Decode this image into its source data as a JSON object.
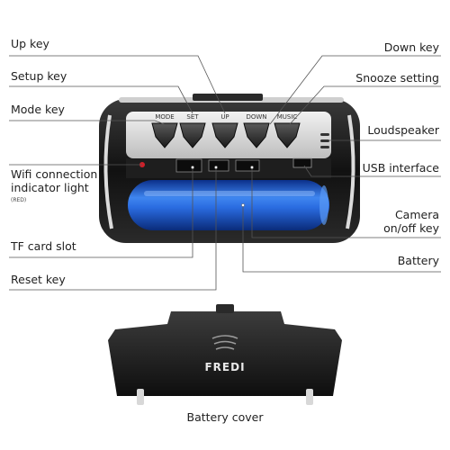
{
  "labels": {
    "up_key": "Up key",
    "setup_key": "Setup key",
    "mode_key": "Mode key",
    "wifi_light_1": "Wifi connection",
    "wifi_light_2": "indicator light",
    "wifi_light_note": "(RED)",
    "tf_card_slot": "TF card slot",
    "reset_key": "Reset key",
    "down_key": "Down key",
    "snooze_setting": "Snooze setting",
    "loudspeaker": "Loudspeaker",
    "usb_interface": "USB interface",
    "camera_onoff_1": "Camera",
    "camera_onoff_2": "on/off key",
    "battery": "Battery",
    "battery_cover": "Battery cover"
  },
  "device_keys": [
    "MODE",
    "SET",
    "UP",
    "DOWN",
    "MUSIC"
  ],
  "brand": "FREDI",
  "colors": {
    "battery_blue": "#1f5fd6",
    "wifi_led": "#d0202a",
    "body_dark": "#1c1c1c"
  }
}
